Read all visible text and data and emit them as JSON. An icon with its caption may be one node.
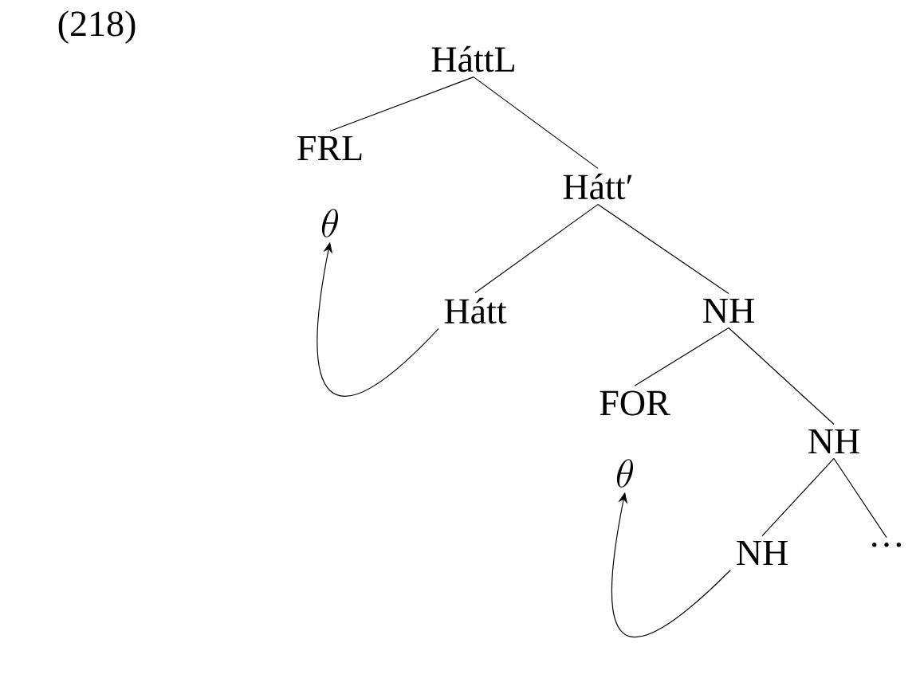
{
  "diagram": {
    "nodes": [
      {
        "text": [
          "HáttL"
        ]
      },
      {
        "text": [
          "FRL"
        ]
      },
      {
        "text": [
          "\\theta"
        ]
      },
      {
        "text": [
          "Hátt′"
        ]
      },
      {
        "text": [
          "Hátt"
        ]
      },
      {
        "text": [
          "NH"
        ]
      },
      {
        "text": [
          "FOR"
        ]
      },
      {
        "text": [
          "\\theta"
        ]
      },
      {
        "text": [
          "NH"
        ]
      },
      {
        "text": [
          "NH"
        ]
      },
      {
        "text": [
          "···"
        ]
      }
    ],
    "edges": [
      {
        "from": 0,
        "to": 1,
        "arrow": "none"
      },
      {
        "from": 0,
        "to": 3,
        "arrow": "none"
      },
      {
        "from": 3,
        "to": 4,
        "arrow": "none"
      },
      {
        "from": 3,
        "to": 5,
        "arrow": "none"
      },
      {
        "from": 5,
        "to": 6,
        "arrow": "none"
      },
      {
        "from": 5,
        "to": 8,
        "arrow": "none"
      },
      {
        "from": 8,
        "to": 9,
        "arrow": "none"
      },
      {
        "from": 8,
        "to": 10,
        "arrow": "none"
      },
      {
        "from": 4,
        "to": 2,
        "arrow": "to"
      },
      {
        "from": 9,
        "to": 7,
        "arrow": "to"
      }
    ],
    "labels": [
      "(218)"
    ]
  }
}
